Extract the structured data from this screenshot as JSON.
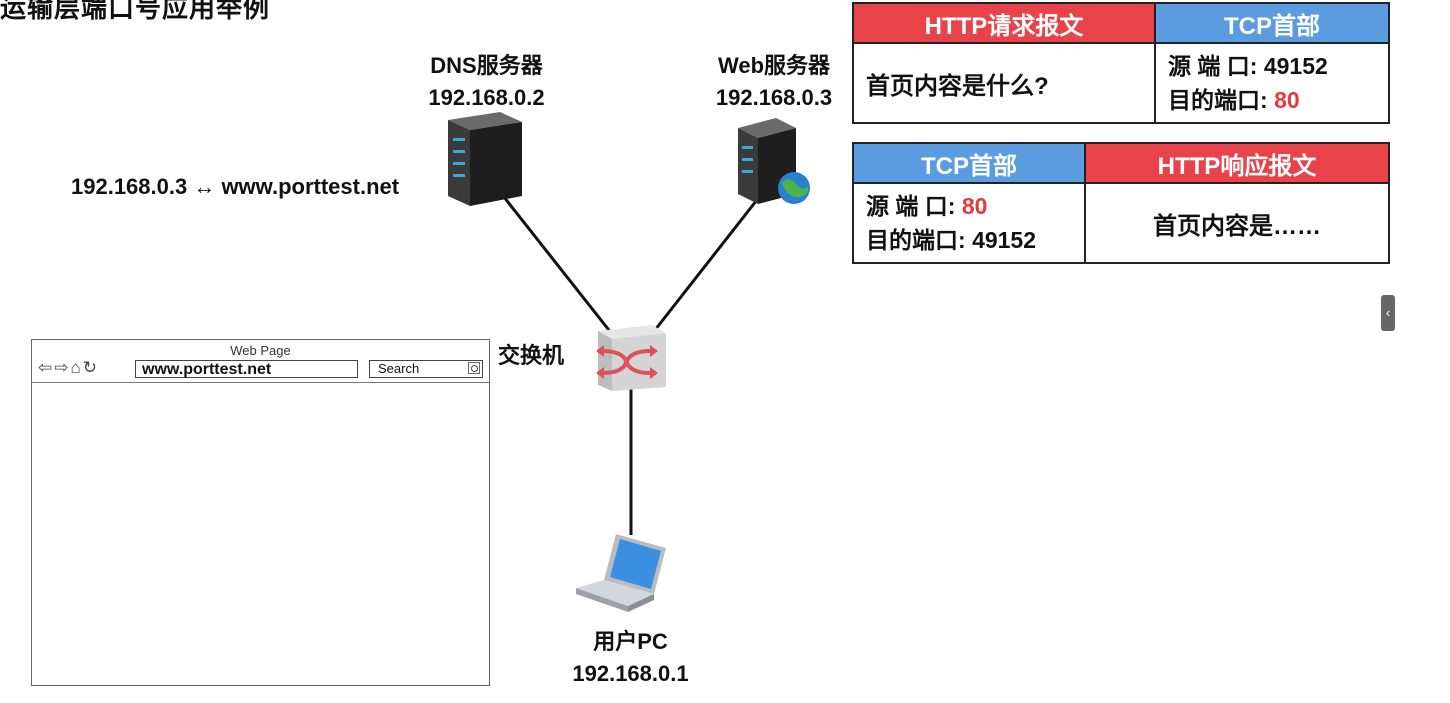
{
  "title": "运输层端口号应用举例",
  "dns_server": {
    "name": "DNS服务器",
    "ip": "192.168.0.2"
  },
  "web_server": {
    "name": "Web服务器",
    "ip": "192.168.0.3"
  },
  "dns_mapping": "192.168.0.3 ↔ www.porttest.net",
  "switch_label": "交换机",
  "user_pc": {
    "name": "用户PC",
    "ip": "192.168.0.1"
  },
  "request_packet": {
    "http_header": "HTTP请求报文",
    "tcp_header": "TCP首部",
    "http_body": "首页内容是什么?",
    "src_port_label": "源 端 口:",
    "src_port": "49152",
    "dst_port_label": "目的端口:",
    "dst_port": "80"
  },
  "response_packet": {
    "tcp_header": "TCP首部",
    "http_header": "HTTP响应报文",
    "src_port_label": "源 端 口:",
    "src_port": "80",
    "dst_port_label": "目的端口:",
    "dst_port": "49152",
    "http_body": "首页内容是……"
  },
  "browser": {
    "window_title": "Web Page",
    "url": "www.porttest.net",
    "search_label": "Search"
  },
  "colors": {
    "http_red": "#e8424a",
    "tcp_blue": "#5b9be0",
    "port_red": "#e8383d"
  }
}
